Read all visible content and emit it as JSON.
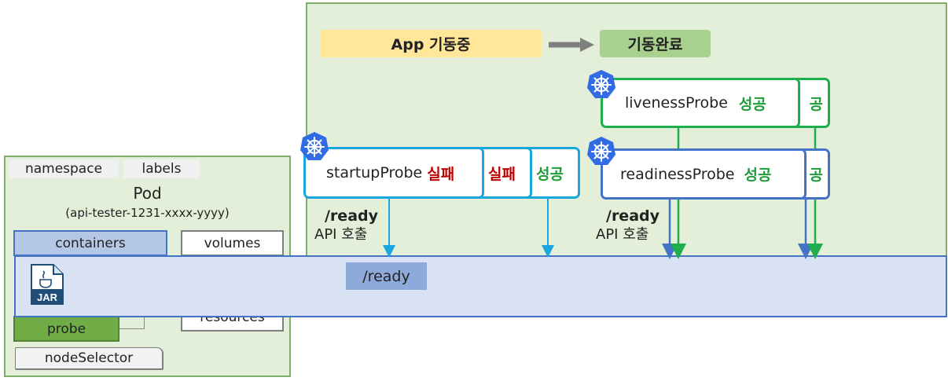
{
  "status": {
    "starting": "App 기동중",
    "started": "기동완료"
  },
  "probes": {
    "liveness": {
      "label": "livenessProbe",
      "result": "성공",
      "stack_result": "공"
    },
    "readiness": {
      "label": "readinessProbe",
      "result": "성공",
      "stack_result": "공"
    },
    "startup": {
      "label": "startupProbe",
      "result": "실패",
      "stack_results": [
        "실패",
        "성공"
      ]
    }
  },
  "calls": {
    "path": "/ready",
    "desc": "API 호출"
  },
  "pod": {
    "chips": [
      "namespace",
      "labels"
    ],
    "title": "Pod",
    "name": "(api-tester-1231-xxxx-yyyy)",
    "containers": "containers",
    "volumes": "volumes",
    "probe": "probe",
    "resources": "resources",
    "node_selector": "nodeSelector"
  },
  "container": {
    "jar_label": "JAR",
    "endpoint": "/ready"
  },
  "colors": {
    "panel_green": "#e3efd8",
    "panel_border": "#7fae68",
    "starting_pill": "#ffe699",
    "started_pill": "#a9d18e",
    "startup_border": "#1aa7e0",
    "liveness_border": "#1fae4c",
    "readiness_border": "#4472c4",
    "fail": "#c00000",
    "success": "#1f9d3a",
    "container_bar": "#d9e2f3",
    "endpoint_box": "#8eaadb",
    "probe_chip": "#70ad47"
  }
}
